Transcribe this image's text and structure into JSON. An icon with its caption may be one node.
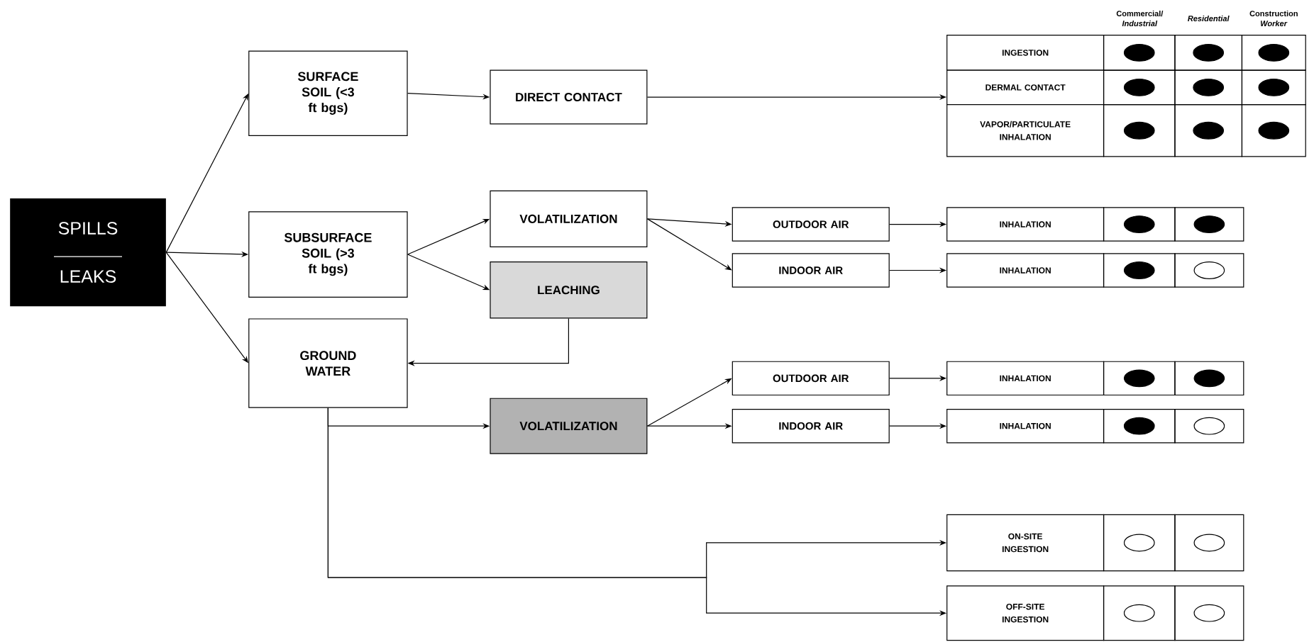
{
  "diagram": {
    "nodes": [
      {
        "text": [
          "SPILLS",
          "LEAKS"
        ]
      },
      {
        "text": [
          "SURFACE SOIL (<3 ft bgs)"
        ]
      },
      {
        "text": [
          "SUBSURFACE SOIL (>3 ft bgs)"
        ]
      },
      {
        "text": [
          "GROUND WATER"
        ]
      },
      {
        "text": [
          "DIRECT CONTACT"
        ]
      },
      {
        "text": [
          "VOLATILIZATION"
        ]
      },
      {
        "text": [
          "LEACHING"
        ]
      },
      {
        "text": [
          "VOLATILIZATION"
        ]
      },
      {
        "text": [
          "OUTDOOR AIR"
        ]
      },
      {
        "text": [
          "INDOOR AIR"
        ]
      },
      {
        "text": [
          "OUTDOOR AIR"
        ]
      },
      {
        "text": [
          "INDOOR AIR"
        ]
      },
      {
        "text": [
          "INGESTION"
        ]
      },
      {
        "text": [],
        "shape": "dot"
      },
      {
        "text": [],
        "shape": "dot"
      },
      {
        "text": [],
        "shape": "dot"
      },
      {
        "text": [
          "DERMAL CONTACT"
        ]
      },
      {
        "text": [],
        "shape": "dot"
      },
      {
        "text": [],
        "shape": "dot"
      },
      {
        "text": [],
        "shape": "dot"
      },
      {
        "text": [
          "VAPOR/PARTICULATE INHALATION"
        ]
      },
      {
        "text": [],
        "shape": "dot"
      },
      {
        "text": [],
        "shape": "dot"
      },
      {
        "text": [],
        "shape": "dot"
      },
      {
        "text": [
          "INHALATION"
        ]
      },
      {
        "text": [],
        "shape": "dot"
      },
      {
        "text": [],
        "shape": "dot"
      },
      {
        "text": [
          "INHALATION"
        ]
      },
      {
        "text": [],
        "shape": "dot"
      },
      {
        "text": [],
        "shape": "ellipse"
      },
      {
        "text": [
          "INHALATION"
        ]
      },
      {
        "text": [],
        "shape": "dot"
      },
      {
        "text": [],
        "shape": "dot"
      },
      {
        "text": [
          "INHALATION"
        ]
      },
      {
        "text": [],
        "shape": "dot"
      },
      {
        "text": [],
        "shape": "ellipse"
      },
      {
        "text": [
          "ON-SITE INGESTION"
        ]
      },
      {
        "text": [],
        "shape": "ellipse"
      },
      {
        "text": [],
        "shape": "ellipse"
      },
      {
        "text": [
          "OFF-SITE INGESTION"
        ]
      },
      {
        "text": [],
        "shape": "ellipse"
      },
      {
        "text": [],
        "shape": "ellipse"
      }
    ],
    "edges": [
      {
        "from": 0,
        "to": 1,
        "arrow": "to"
      },
      {
        "from": 0,
        "to": 2,
        "arrow": "to"
      },
      {
        "from": 0,
        "to": 3,
        "arrow": "to"
      },
      {
        "from": 1,
        "to": 4,
        "arrow": "to"
      },
      {
        "from": 4,
        "to": 16,
        "arrow": "to"
      },
      {
        "from": 2,
        "to": 5,
        "arrow": "to"
      },
      {
        "from": 2,
        "to": 6,
        "arrow": "to"
      },
      {
        "from": 5,
        "to": 8,
        "arrow": "to"
      },
      {
        "from": 5,
        "to": 9,
        "arrow": "to"
      },
      {
        "from": 8,
        "to": 24,
        "arrow": "to"
      },
      {
        "from": 9,
        "to": 27,
        "arrow": "to"
      },
      {
        "from": 6,
        "to": 3,
        "arrow": "to"
      },
      {
        "from": 3,
        "to": 7,
        "arrow": "to"
      },
      {
        "from": 7,
        "to": 10,
        "arrow": "to"
      },
      {
        "from": 7,
        "to": 11,
        "arrow": "to"
      },
      {
        "from": 10,
        "to": 30,
        "arrow": "to"
      },
      {
        "from": 11,
        "to": 33,
        "arrow": "to"
      },
      {
        "from": 3,
        "to": 36,
        "arrow": "to"
      },
      {
        "from": 3,
        "to": 39,
        "arrow": "to"
      }
    ],
    "labels": [
      "Commercial/ *Industrial*",
      "Residential",
      "Construction *Worker*"
    ]
  }
}
